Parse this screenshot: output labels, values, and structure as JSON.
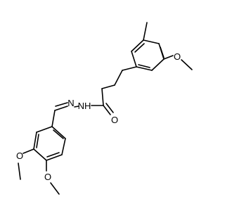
{
  "colors": {
    "background": "#ffffff",
    "bond": "#000000",
    "oxygen": "#ff0000",
    "nitrogen": "#0000ff"
  },
  "labels": {
    "o_carbonyl": "O",
    "nh": "NH",
    "n_imine": "N",
    "o_methoxy_top": "O",
    "o_methoxy_3": "O",
    "o_methoxy_4": "O"
  }
}
